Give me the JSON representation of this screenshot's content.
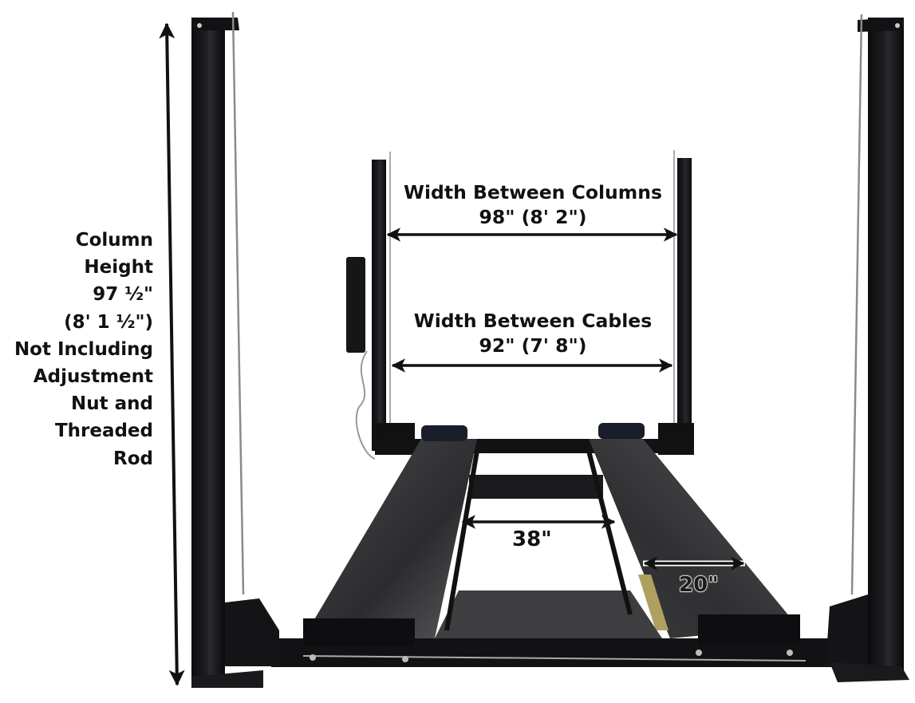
{
  "figure": {
    "subject": "Four-post vehicle lift with dimension callouts",
    "colors": {
      "background": "#ffffff",
      "steel": "#111114",
      "runway": "#3a3a3c",
      "runway_highlight": "#6a6a6c",
      "cable": "#9a9a9a",
      "annotation": "#111111",
      "ramp_accent": "#b0a060"
    }
  },
  "annotations": {
    "column_height": {
      "lines": [
        "Column",
        "Height",
        "97 ½\"",
        "(8' 1 ½\")",
        "Not Including",
        "Adjustment",
        "Nut and",
        "Threaded",
        "Rod"
      ],
      "arrow": "vertical-double-arrow"
    },
    "width_between_columns": {
      "title": "Width Between Columns",
      "value": "98\" (8' 2\")",
      "arrow": "horizontal-double-arrow"
    },
    "width_between_cables": {
      "title": "Width Between Cables",
      "value": "92\" (7' 8\")",
      "arrow": "horizontal-double-arrow"
    },
    "inner_gap": {
      "value": "38\"",
      "arrow": "horizontal-double-arrow"
    },
    "runway_width": {
      "value": "20\"",
      "arrow": "horizontal-double-arrow"
    }
  }
}
